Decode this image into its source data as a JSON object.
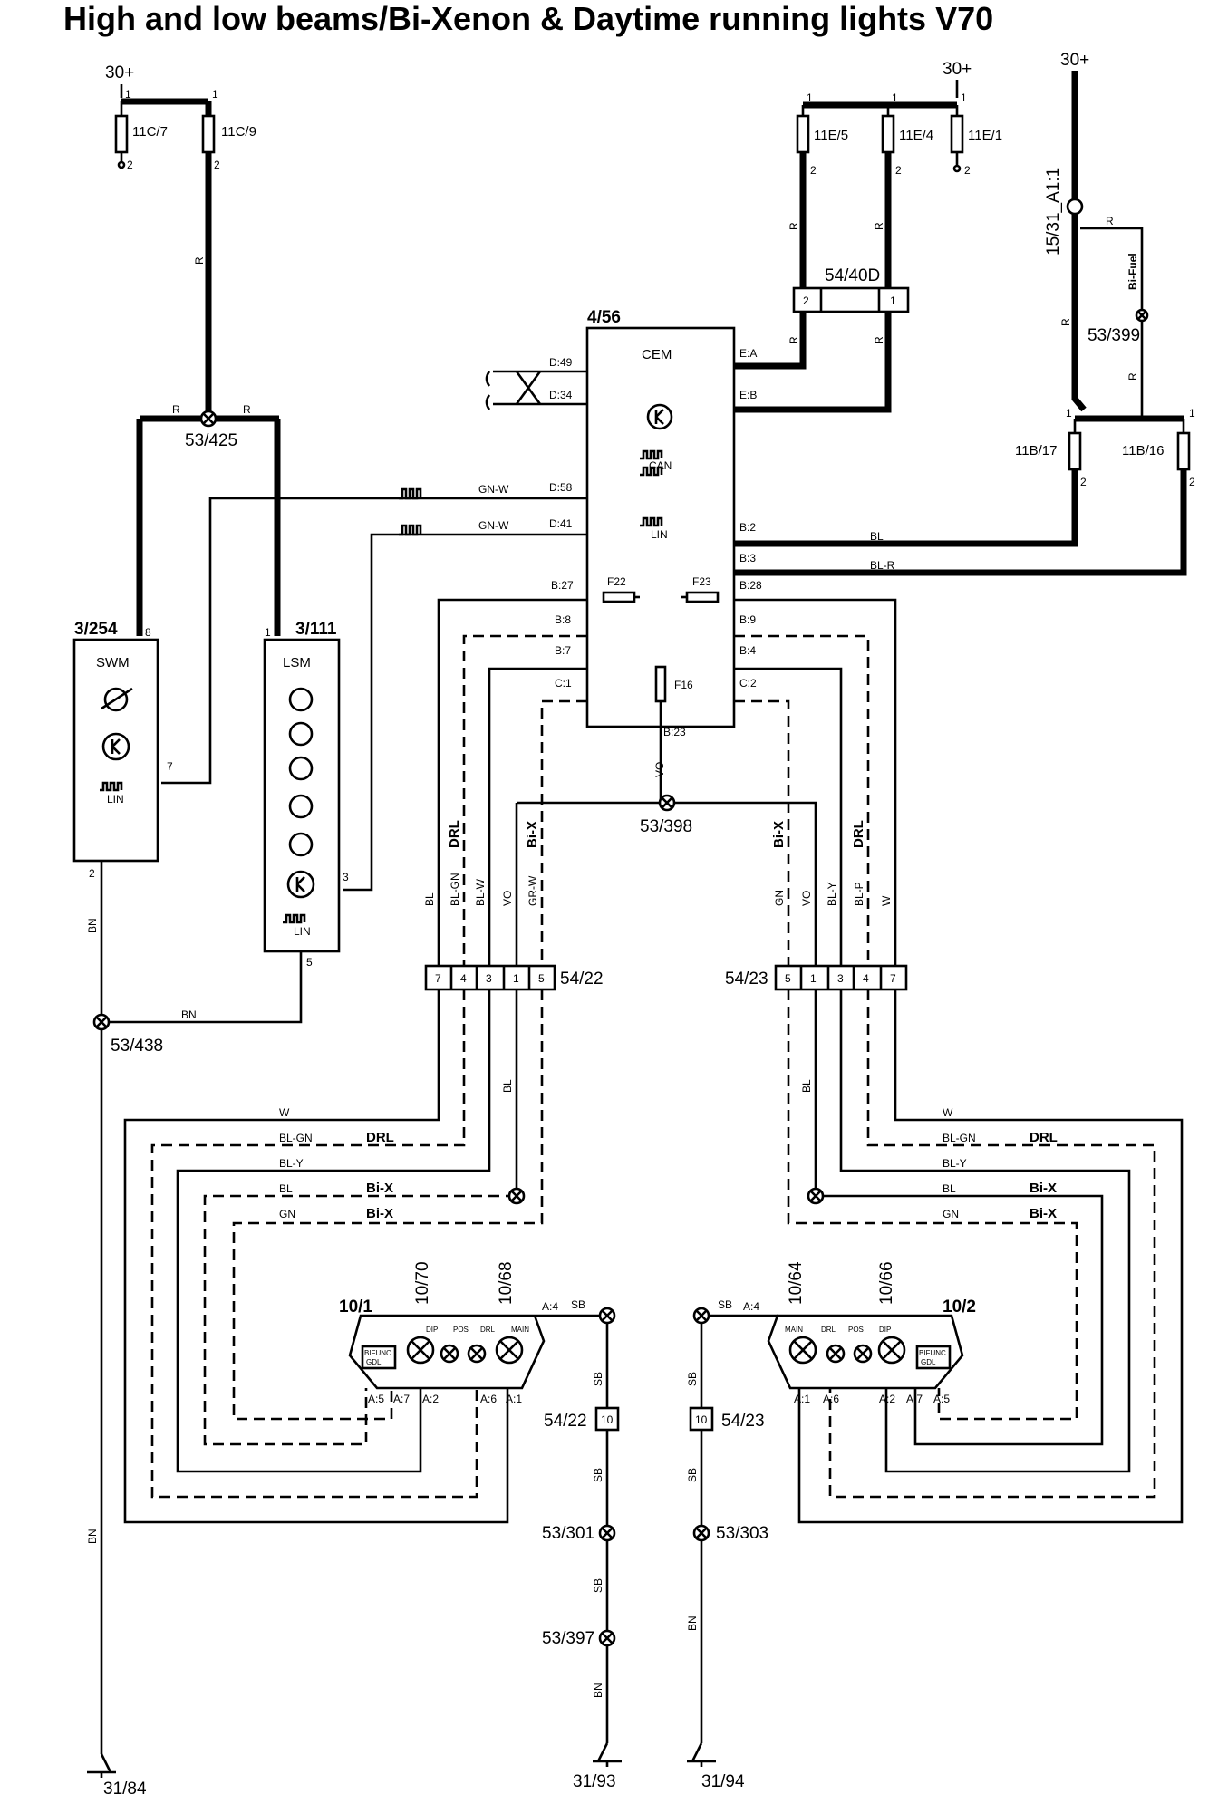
{
  "title": "High and low beams/Bi-Xenon & Daytime running lights V70",
  "supply": {
    "left": "30+",
    "mid": "30+",
    "right": "30+"
  },
  "fuses": {
    "f11c7": "11C/7",
    "f11c9": "11C/9",
    "f11e5": "11E/5",
    "f11e4": "11E/4",
    "f11e1": "11E/1",
    "f11b17": "11B/17",
    "f11b16": "11B/16",
    "pin1": "1",
    "pin2": "2"
  },
  "connectors": {
    "c5440d": "54/40D",
    "c5440d_p2": "2",
    "c5440d_p1": "1",
    "c5422": "54/22",
    "c5423": "54/23",
    "c5422_pins": [
      "7",
      "4",
      "3",
      "1",
      "5"
    ],
    "c5423_pins": [
      "5",
      "1",
      "3",
      "4",
      "7"
    ],
    "c5422_b": "54/22",
    "c5423_b": "54/23",
    "pin10": "10"
  },
  "splices": {
    "s53425": "53/425",
    "s53398": "53/398",
    "s53438": "53/438",
    "s53399": "53/399",
    "s53301": "53/301",
    "s53303": "53/303",
    "s53397": "53/397",
    "s1531": "15/31_A1:1",
    "bifuel": "Bi-Fuel"
  },
  "cem": {
    "ref": "4/56",
    "name": "CEM",
    "pins": {
      "d49": "D:49",
      "d34": "D:34",
      "d58": "D:58",
      "d41": "D:41",
      "b27": "B:27",
      "b8": "B:8",
      "b7": "B:7",
      "c1": "C:1",
      "ea": "E:A",
      "eb": "E:B",
      "b2": "B:2",
      "b3": "B:3",
      "b28": "B:28",
      "b9": "B:9",
      "b4": "B:4",
      "c2": "C:2",
      "b23": "B:23"
    },
    "fuses": {
      "f22": "F22",
      "f23": "F23",
      "f16": "F16"
    },
    "can": "CAN",
    "lin": "LIN"
  },
  "swm": {
    "ref": "3/254",
    "name": "SWM",
    "lin": "LIN",
    "pin8": "8",
    "pin7": "7",
    "pin2": "2"
  },
  "lsm": {
    "ref": "3/111",
    "name": "LSM",
    "lin": "LIN",
    "pin1": "1",
    "pin3": "3",
    "pin5": "5"
  },
  "colors": {
    "r": "R",
    "gnw": "GN-W",
    "bl": "BL",
    "blr": "BL-R",
    "vo": "VO",
    "bn": "BN",
    "blgn": "BL-GN",
    "blw": "BL-W",
    "grw": "GR-W",
    "gn": "GN",
    "bly": "BL-Y",
    "blp": "BL-P",
    "w": "W",
    "sb": "SB",
    "drl": "DRL",
    "bix": "Bi-X"
  },
  "headlamps": {
    "left": {
      "ref": "10/1",
      "bulb1": "10/70",
      "bulb2": "10/68",
      "pins": [
        "A:5",
        "A:7",
        "A:2",
        "A:6",
        "A:1"
      ],
      "pin_a4": "A:4"
    },
    "right": {
      "ref": "10/2",
      "bulb1": "10/64",
      "bulb2": "10/66",
      "pins": [
        "A:1",
        "A:6",
        "A:2",
        "A:7",
        "A:5"
      ],
      "pin_a4": "A:4"
    },
    "labels": {
      "dip": "DIP",
      "pos": "POS",
      "drl": "DRL",
      "main": "MAIN",
      "bifunc": "BIFUNC",
      "gdl": "GDL"
    }
  },
  "grounds": {
    "g3184": "31/84",
    "g3193": "31/93",
    "g3194": "31/94"
  }
}
